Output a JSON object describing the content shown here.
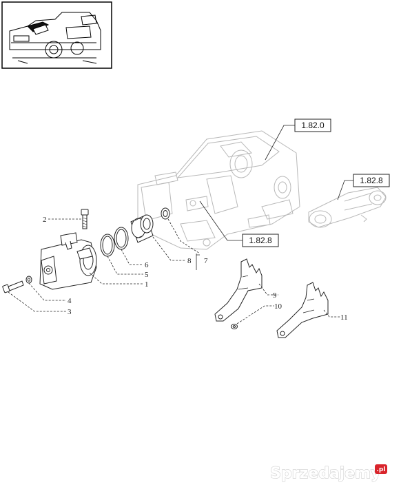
{
  "references": {
    "top": "1.82.0",
    "right": "1.82.8",
    "center": "1.82.8"
  },
  "callouts": {
    "c1": "1",
    "c2": "2",
    "c3": "3",
    "c4": "4",
    "c5": "5",
    "c6": "6",
    "c7": "7",
    "c8": "8",
    "c9": "9",
    "c10": "10",
    "c11": "11"
  },
  "watermark": {
    "text": "Sprzedajemy",
    "badge": ".pl"
  }
}
